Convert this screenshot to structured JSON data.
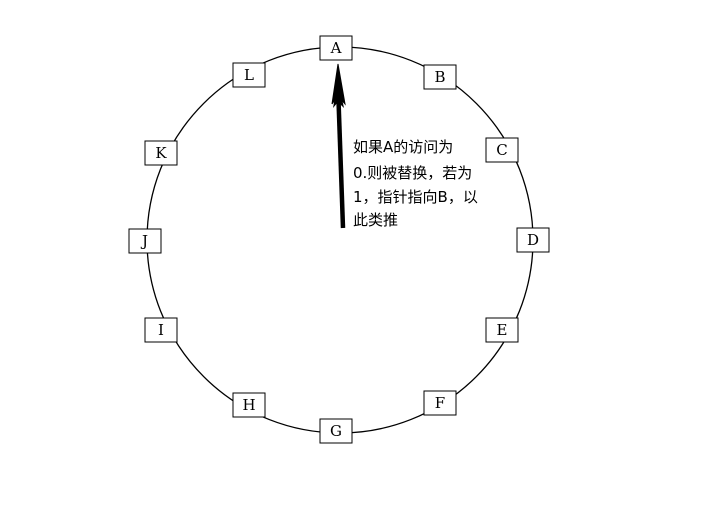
{
  "diagram": {
    "nodes": [
      {
        "label": "A"
      },
      {
        "label": "B"
      },
      {
        "label": "C"
      },
      {
        "label": "D"
      },
      {
        "label": "E"
      },
      {
        "label": "F"
      },
      {
        "label": "G"
      },
      {
        "label": "H"
      },
      {
        "label": "I"
      },
      {
        "label": "J"
      },
      {
        "label": "K"
      },
      {
        "label": "L"
      }
    ],
    "pointer_target": "A",
    "note": {
      "lines": [
        "如果A的访问为",
        "0.则被替换，若为",
        "1，指针指向B，以",
        "此类推"
      ]
    }
  }
}
